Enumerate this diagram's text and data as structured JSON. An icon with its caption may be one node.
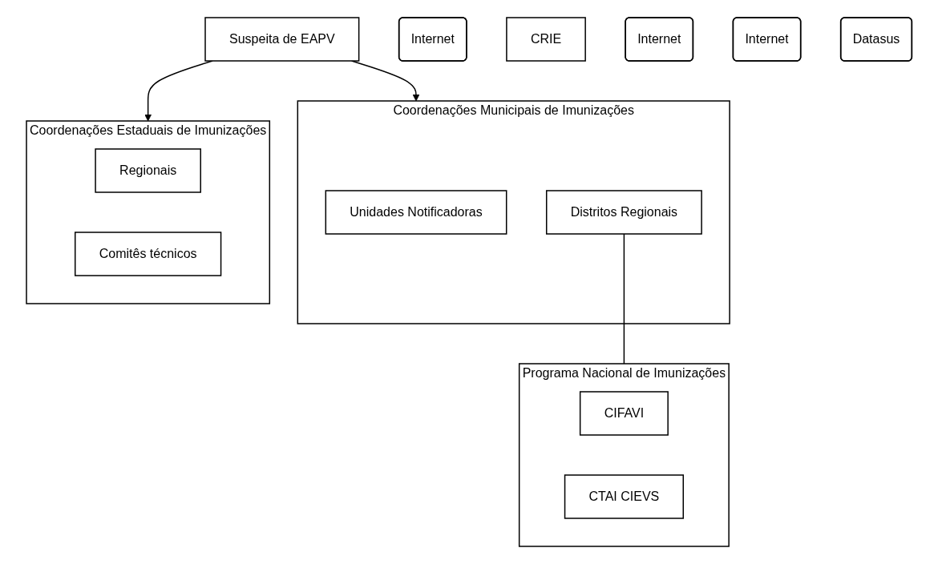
{
  "diagram": {
    "nodes": [
      {
        "text": [
          "Suspeita de EAPV"
        ]
      },
      {
        "text": [
          "Coordenações Municipais de Imunizações"
        ]
      },
      {
        "text": [
          "Internet"
        ]
      },
      {
        "text": [
          "Unidades Notificadoras"
        ],
        "in": 1
      },
      {
        "text": [
          "Distritos Regionais"
        ],
        "in": 1
      },
      {
        "text": [
          "Coordenações Estaduais de Imunizações"
        ]
      },
      {
        "text": [
          "Regionais"
        ],
        "in": 5
      },
      {
        "text": [
          "Comitês técnicos"
        ],
        "in": 5
      },
      {
        "text": [
          "CRIE"
        ]
      },
      {
        "text": [
          "Internet"
        ]
      },
      {
        "text": [
          "Internet"
        ]
      },
      {
        "text": [
          "Programa Nacional de Imunizações"
        ]
      },
      {
        "text": [
          "CIFAVI"
        ],
        "in": 11
      },
      {
        "text": [
          "CTAI CIEVS"
        ],
        "in": 11
      },
      {
        "text": [
          "Datasus"
        ]
      }
    ],
    "edges": [
      {
        "from": 0,
        "to": 1,
        "arrow": "to"
      },
      {
        "from": 0,
        "to": 5,
        "arrow": "to"
      },
      {
        "from": 4,
        "to": 11,
        "arrow": "none"
      }
    ]
  }
}
